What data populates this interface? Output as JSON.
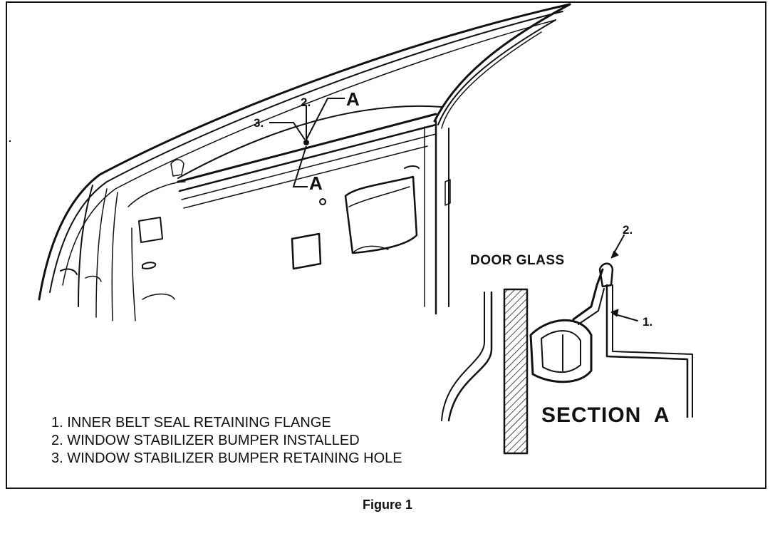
{
  "callouts": {
    "c2_door": "2.",
    "c3_door": "3.",
    "a_top": "A",
    "a_bottom": "A",
    "c2_section": "2.",
    "c1_section": "1."
  },
  "labels": {
    "door_glass": "DOOR GLASS",
    "section": "SECTION  A"
  },
  "legend": [
    "1. INNER BELT SEAL RETAINING FLANGE",
    "2. WINDOW STABILIZER BUMPER INSTALLED",
    "3. WINDOW STABILIZER BUMPER RETAINING HOLE"
  ],
  "caption": "Figure 1"
}
